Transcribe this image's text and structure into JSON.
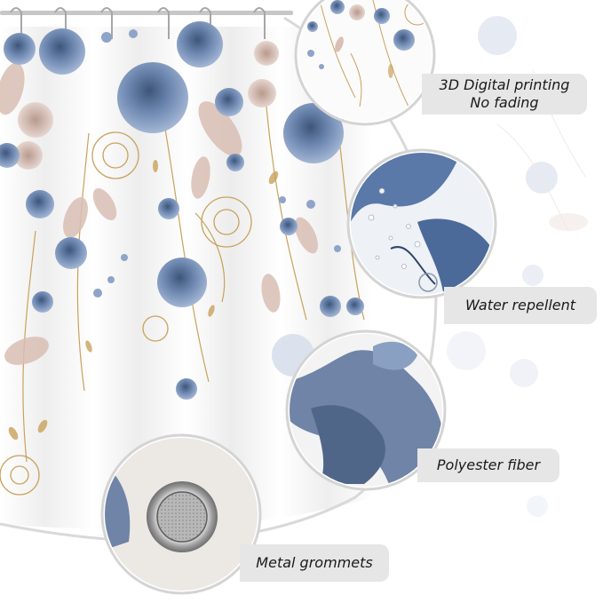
{
  "features": {
    "printing": {
      "line1": "3D Digital printing",
      "line2": "No fading"
    },
    "water": {
      "label": "Water repellent"
    },
    "fiber": {
      "label": "Polyester fiber"
    },
    "grommet": {
      "label": "Metal grommets"
    }
  },
  "colors": {
    "background": "#ffffff",
    "label_background": "#e6e6e6",
    "label_text": "#1a1a1a",
    "dusty_blue": "#6b86b0",
    "blush": "#d6b9ae",
    "gold": "#c9a25b",
    "ring": "#d4d4d4"
  },
  "icons": [
    "curtain-hook-icon",
    "grommet-icon",
    "water-droplet-icon",
    "flower-icon"
  ]
}
